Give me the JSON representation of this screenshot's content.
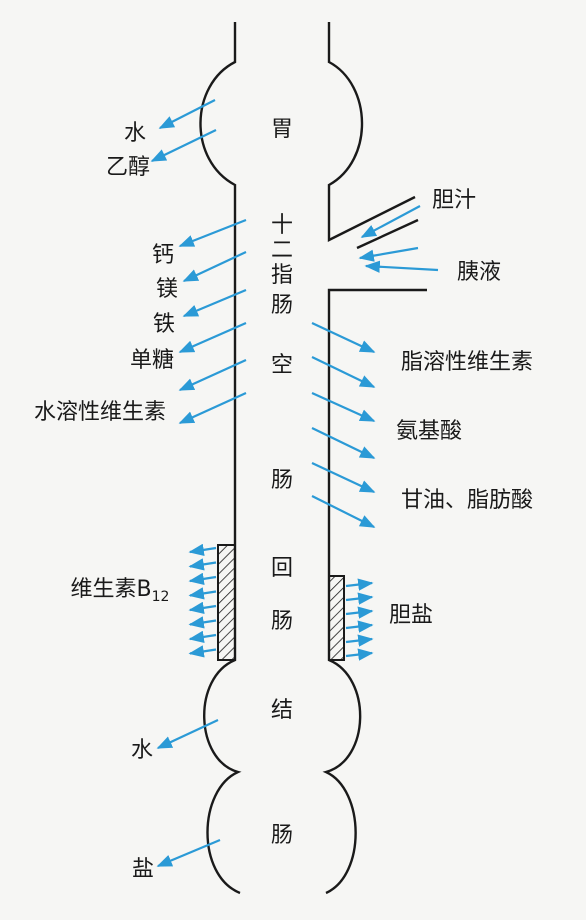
{
  "organs": {
    "stomach": "胃",
    "duodenum": [
      "十",
      "二",
      "指",
      "肠"
    ],
    "jejunum": [
      "空",
      "肠"
    ],
    "ileum": [
      "回",
      "肠"
    ],
    "colon": [
      "结",
      "肠"
    ]
  },
  "labels": {
    "water_stomach": "水",
    "ethanol": "乙醇",
    "bile": "胆汁",
    "pancreatic_juice": "胰液",
    "calcium": "钙",
    "magnesium": "镁",
    "iron": "铁",
    "monosaccharide": "单糖",
    "water_soluble_vitamins": "水溶性维生素",
    "fat_soluble_vitamins": "脂溶性维生素",
    "amino_acids": "氨基酸",
    "glycerol_fatty_acids": "甘油、脂肪酸",
    "vitamin_b12": "维生素B",
    "vitamin_b12_sub": "12",
    "bile_salts": "胆盐",
    "water_colon": "水",
    "salt": "盐"
  },
  "colors": {
    "arrow": "#2b9ad6",
    "outline": "#1a1a1a",
    "background": "#f6f6f4"
  }
}
